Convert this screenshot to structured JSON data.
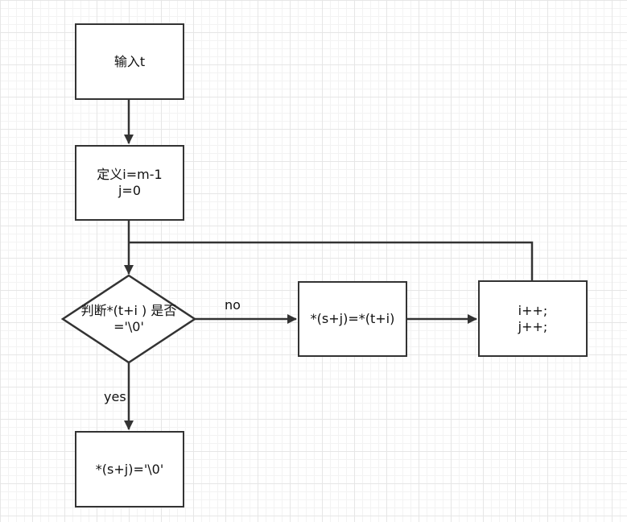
{
  "nodes": {
    "input_t": "输入t",
    "define_ij": "定义i=m-1\nj=0",
    "decision": "判断*(t+i ) 是否\n='\\0'",
    "assign": "*(s+j)=*(t+i)",
    "increment": "i++;\nj++;",
    "terminate": "*(s+j)='\\0'"
  },
  "edge_labels": {
    "no": "no",
    "yes": "yes"
  },
  "colors": {
    "stroke": "#333333",
    "fill": "#ffffff"
  }
}
